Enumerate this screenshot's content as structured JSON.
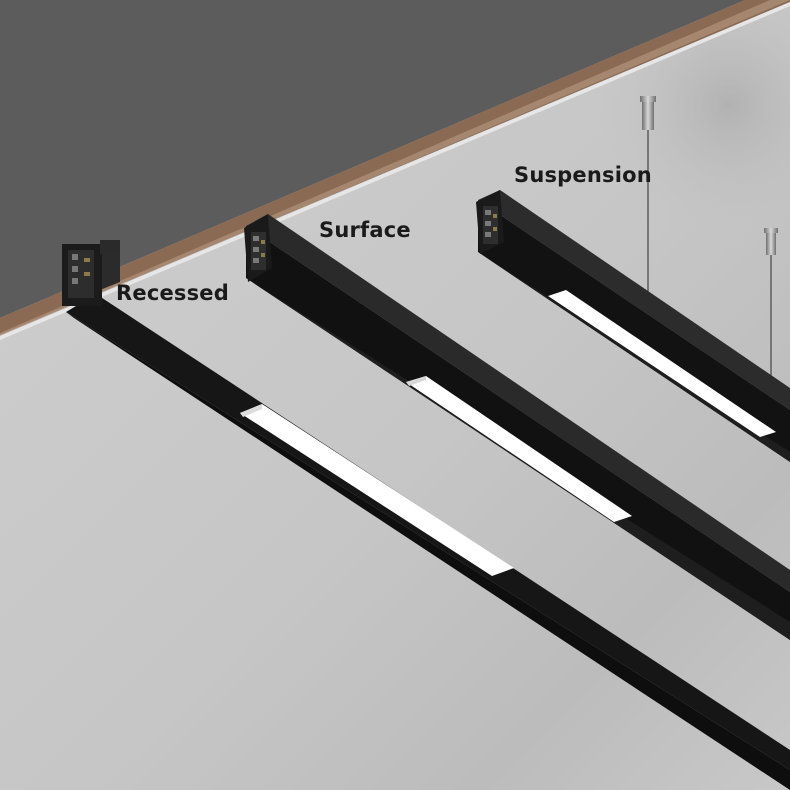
{
  "labels": {
    "recessed": "Recessed",
    "surface": "Surface",
    "suspension": "Suspension"
  },
  "colors": {
    "ceiling_wall": "#5c5c5c",
    "ceiling_edge": "#8a6a52",
    "ceiling_face": "#c8c8c8",
    "profile_black": "#141414",
    "diffuser": "#ffffff"
  }
}
